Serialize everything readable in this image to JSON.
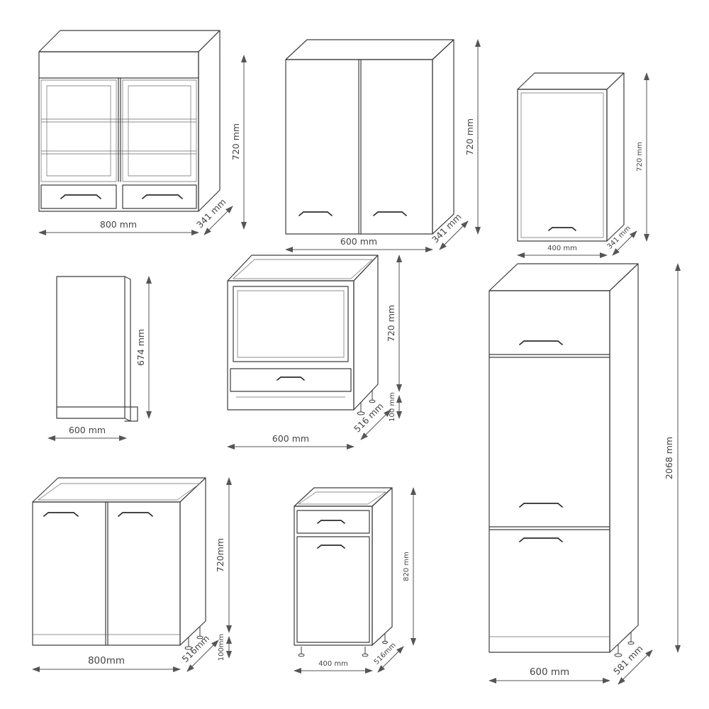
{
  "cabinets": {
    "wall_glass_800": {
      "width": "800 mm",
      "depth": "341 mm",
      "height": "720 mm"
    },
    "wall_600": {
      "width": "600 mm",
      "depth": "341 mm",
      "height": "720 mm"
    },
    "wall_400": {
      "width": "400 mm",
      "depth": "341 mm",
      "height": "720 mm"
    },
    "panel_600": {
      "width": "600 mm",
      "height": "674 mm"
    },
    "oven_base_600": {
      "width": "600 mm",
      "depth": "516 mm",
      "height": "720 mm",
      "legs": "100 mm"
    },
    "sink_base_800": {
      "width": "800mm",
      "depth": "516mm",
      "height": "720mm",
      "legs": "100mm"
    },
    "base_drawer_400": {
      "width": "400 mm",
      "depth": "516mm",
      "height": "820 mm"
    },
    "tall_600": {
      "width": "600 mm",
      "depth": "581 mm",
      "height": "2068 mm"
    }
  }
}
